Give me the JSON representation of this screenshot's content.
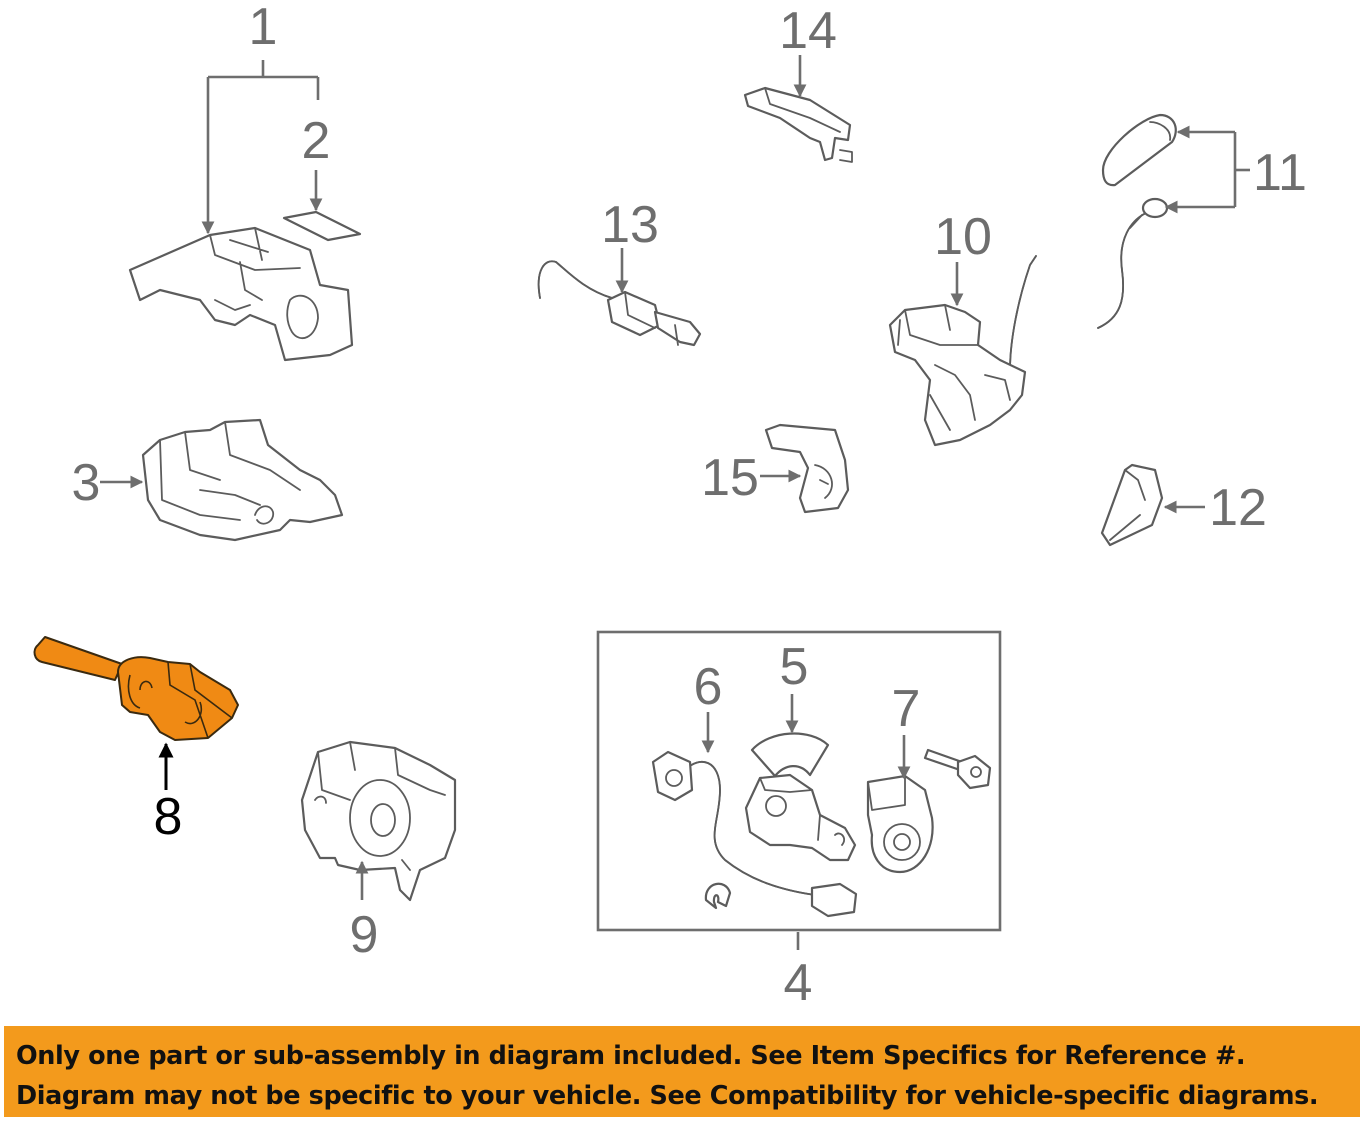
{
  "callouts": {
    "c1": "1",
    "c2": "2",
    "c3": "3",
    "c4": "4",
    "c5": "5",
    "c6": "6",
    "c7": "7",
    "c8": "8",
    "c9": "9",
    "c10": "10",
    "c11": "11",
    "c12": "12",
    "c13": "13",
    "c14": "14",
    "c15": "15"
  },
  "highlighted_part": "8",
  "colors": {
    "highlight": "#f08a14",
    "banner": "#f39a1c",
    "line_art": "#5c5c5c"
  },
  "banner": {
    "line1": "Only one part or sub-assembly in diagram included. See Item Specifics for Reference #.",
    "line2": "Diagram may not be specific to your vehicle. See Compatibility for vehicle-specific diagrams."
  }
}
